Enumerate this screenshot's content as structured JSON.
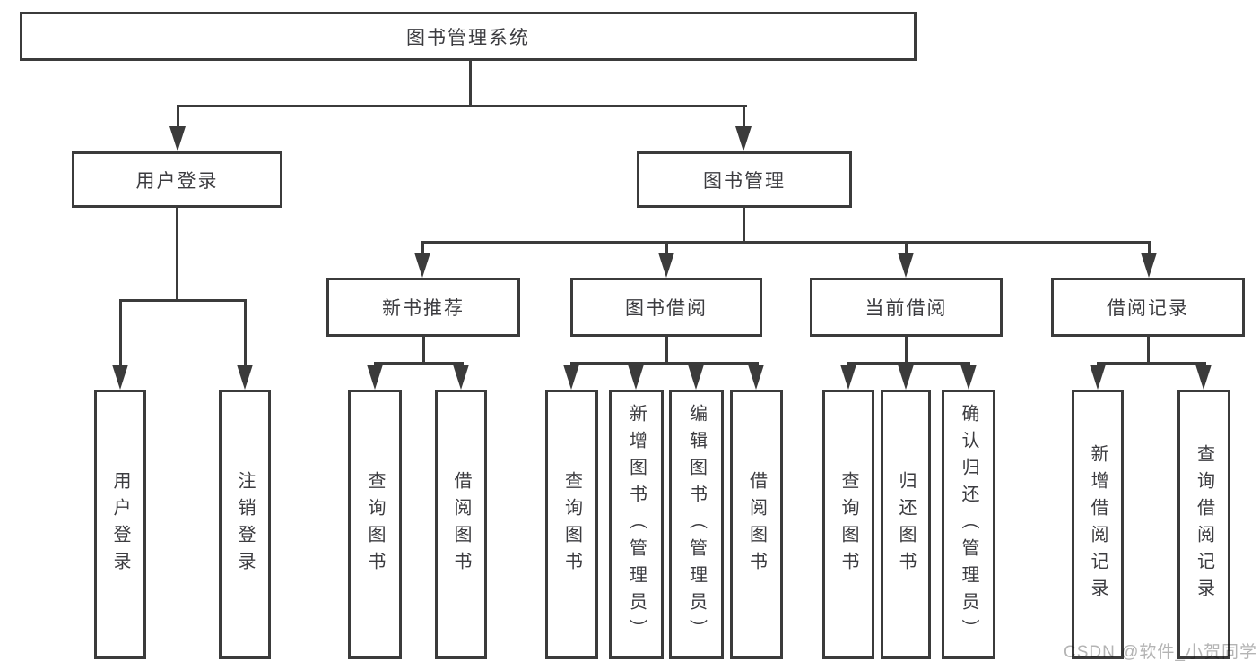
{
  "colors": {
    "line": "#3b3b3b",
    "text": "#3c3c40",
    "watermark": "#b4b4b4",
    "background": "#ffffff"
  },
  "diagram": {
    "title": "图书管理系统",
    "branches": [
      {
        "label": "用户登录",
        "children": [
          {
            "label": "用户登录"
          },
          {
            "label": "注销登录"
          }
        ]
      },
      {
        "label": "图书管理",
        "children": [
          {
            "label": "新书推荐",
            "children": [
              {
                "label": "查询图书"
              },
              {
                "label": "借阅图书"
              }
            ]
          },
          {
            "label": "图书借阅",
            "children": [
              {
                "label": "查询图书"
              },
              {
                "label": "新增图书（管理员）"
              },
              {
                "label": "编辑图书（管理员）"
              },
              {
                "label": "借阅图书"
              }
            ]
          },
          {
            "label": "当前借阅",
            "children": [
              {
                "label": "查询图书"
              },
              {
                "label": "归还图书"
              },
              {
                "label": "确认归还（管理员）"
              }
            ]
          },
          {
            "label": "借阅记录",
            "children": [
              {
                "label": "新增借阅记录"
              },
              {
                "label": "查询借阅记录"
              }
            ]
          }
        ]
      }
    ]
  },
  "watermark": {
    "text": "CSDN @软件_小贺同学"
  }
}
